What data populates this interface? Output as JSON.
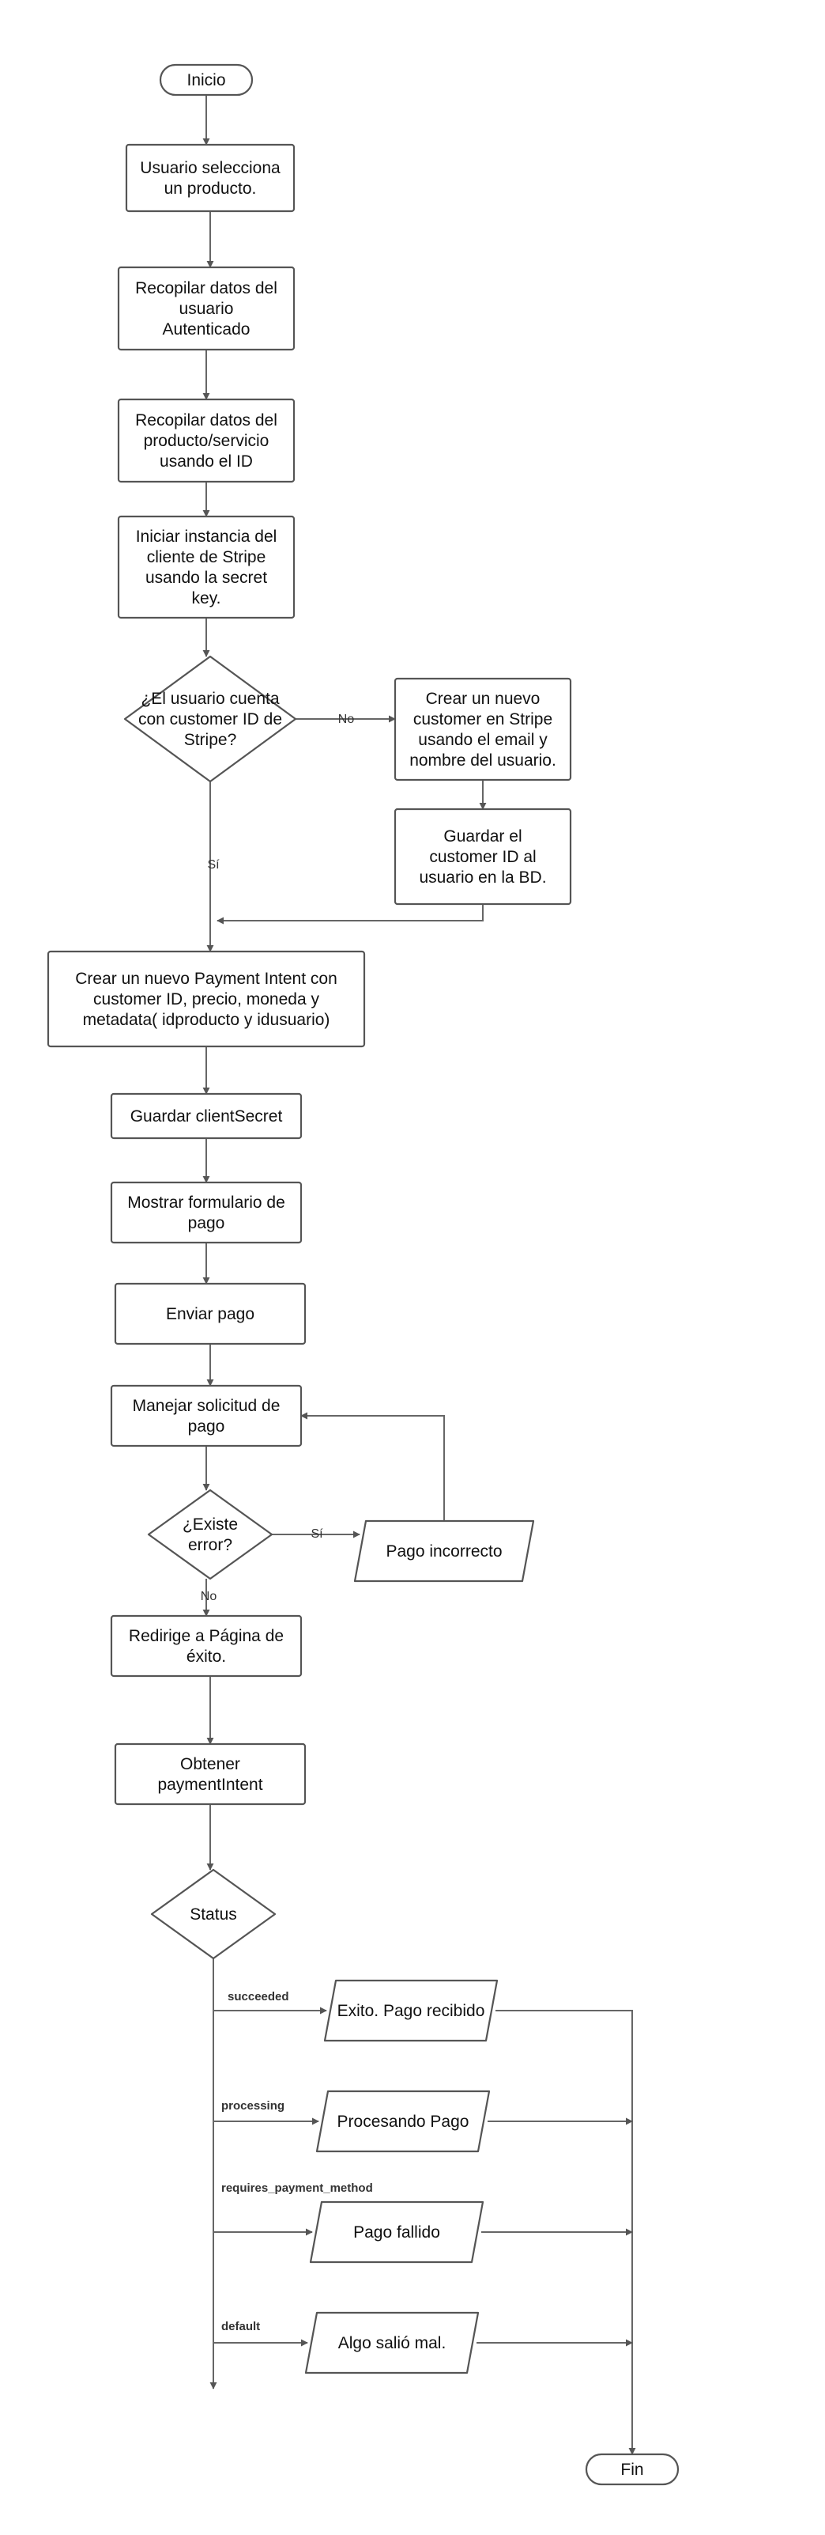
{
  "diagram": {
    "nodes": [
      {
        "id": "inicio",
        "shape": "terminator",
        "lines": [
          "Inicio"
        ]
      },
      {
        "id": "seleccion",
        "shape": "process",
        "lines": [
          "Usuario selecciona",
          "un producto."
        ]
      },
      {
        "id": "datos-usuario",
        "shape": "process",
        "lines": [
          "Recopilar datos del",
          "usuario",
          "Autenticado"
        ]
      },
      {
        "id": "datos-producto",
        "shape": "process",
        "lines": [
          "Recopilar datos del",
          "producto/servicio",
          "usando el ID"
        ]
      },
      {
        "id": "instancia-stripe",
        "shape": "process",
        "lines": [
          "Iniciar instancia del",
          "cliente de Stripe",
          "usando la secret",
          "key."
        ]
      },
      {
        "id": "tiene-customer",
        "shape": "decision",
        "lines": [
          "¿El usuario cuenta",
          "con customer ID de",
          "Stripe?"
        ]
      },
      {
        "id": "crear-customer",
        "shape": "process",
        "lines": [
          "Crear un nuevo",
          "customer en Stripe",
          "usando el email y",
          "nombre del usuario."
        ]
      },
      {
        "id": "guardar-customer",
        "shape": "process",
        "lines": [
          "Guardar el",
          "customer ID al",
          "usuario en la BD."
        ]
      },
      {
        "id": "payment-intent",
        "shape": "process",
        "lines": [
          "Crear un nuevo Payment Intent con",
          "customer ID, precio, moneda y",
          "metadata( idproducto y idusuario)"
        ]
      },
      {
        "id": "guardar-secret",
        "shape": "process",
        "lines": [
          "Guardar clientSecret"
        ]
      },
      {
        "id": "mostrar-formulario",
        "shape": "process",
        "lines": [
          "Mostrar formulario de",
          "pago"
        ]
      },
      {
        "id": "enviar-pago",
        "shape": "process",
        "lines": [
          "Enviar pago"
        ]
      },
      {
        "id": "manejar-solicitud",
        "shape": "process",
        "lines": [
          "Manejar solicitud de",
          "pago"
        ]
      },
      {
        "id": "existe-error",
        "shape": "decision",
        "lines": [
          "¿Existe",
          "error?"
        ]
      },
      {
        "id": "pago-incorrecto",
        "shape": "io",
        "lines": [
          "Pago incorrecto"
        ]
      },
      {
        "id": "redirige",
        "shape": "process",
        "lines": [
          "Redirige a Página de",
          "éxito."
        ]
      },
      {
        "id": "obtener-intent",
        "shape": "process",
        "lines": [
          "Obtener",
          "paymentIntent"
        ]
      },
      {
        "id": "status",
        "shape": "decision",
        "lines": [
          "Status"
        ]
      },
      {
        "id": "exito",
        "shape": "io",
        "lines": [
          "Exito. Pago recibido"
        ]
      },
      {
        "id": "procesando",
        "shape": "io",
        "lines": [
          "Procesando Pago"
        ]
      },
      {
        "id": "fallido",
        "shape": "io",
        "lines": [
          "Pago fallido"
        ]
      },
      {
        "id": "algo-salio-mal",
        "shape": "io",
        "lines": [
          "Algo salió mal."
        ]
      },
      {
        "id": "fin",
        "shape": "terminator",
        "lines": [
          "Fin"
        ]
      }
    ],
    "edge_labels": [
      {
        "id": "no-customer",
        "text": "No",
        "bold": false
      },
      {
        "id": "si-customer",
        "text": "Sí",
        "bold": false
      },
      {
        "id": "si-error",
        "text": "Sí",
        "bold": false
      },
      {
        "id": "no-error",
        "text": "No",
        "bold": false
      },
      {
        "id": "succeeded",
        "text": "succeeded",
        "bold": true
      },
      {
        "id": "processing",
        "text": "processing",
        "bold": true
      },
      {
        "id": "requires",
        "text": "requires_payment_method",
        "bold": true
      },
      {
        "id": "default",
        "text": "default",
        "bold": true
      }
    ],
    "colors": {
      "stroke": "#555555",
      "line": "#666666",
      "text": "#111111",
      "background": "#ffffff"
    }
  }
}
